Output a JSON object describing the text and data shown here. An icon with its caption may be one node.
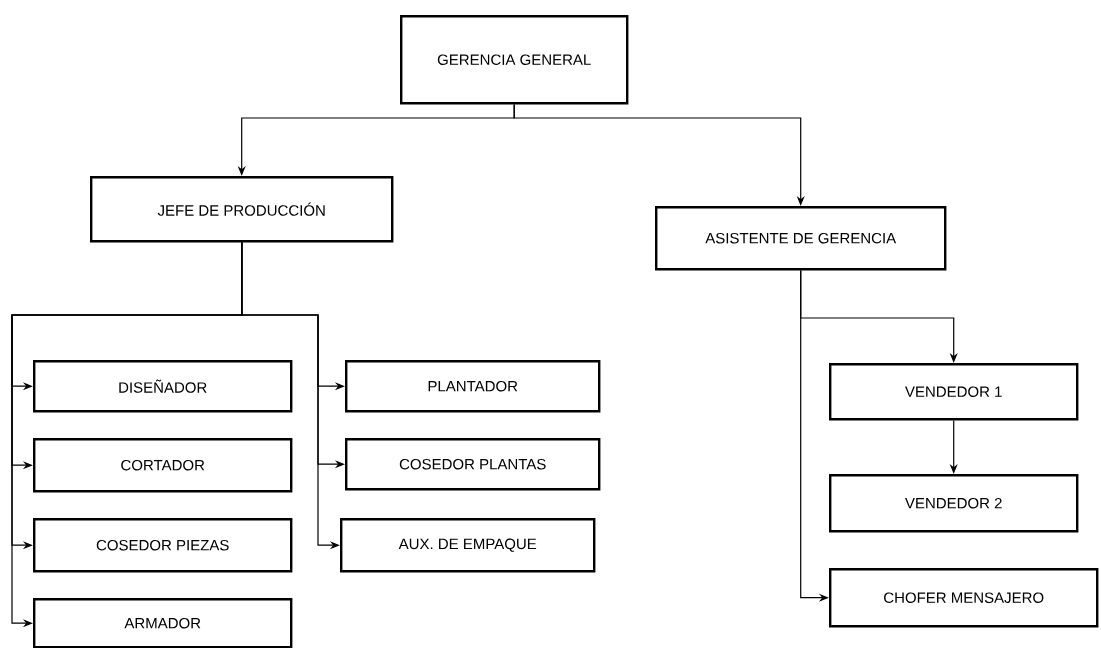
{
  "diagram": {
    "nodes": [
      {
        "text": [
          "GERENCIA GENERAL"
        ]
      },
      {
        "text": [
          "JEFE DE PRODUCCIÓN"
        ]
      },
      {
        "text": [
          "ASISTENTE DE GERENCIA"
        ]
      },
      {
        "text": [
          "DISEÑADOR"
        ]
      },
      {
        "text": [
          "CORTADOR"
        ]
      },
      {
        "text": [
          "COSEDOR PIEZAS"
        ]
      },
      {
        "text": [
          "ARMADOR"
        ]
      },
      {
        "text": [
          "PLANTADOR"
        ]
      },
      {
        "text": [
          "COSEDOR PLANTAS"
        ]
      },
      {
        "text": [
          "AUX. DE EMPAQUE"
        ]
      },
      {
        "text": [
          "VENDEDOR 1"
        ]
      },
      {
        "text": [
          "VENDEDOR 2"
        ]
      },
      {
        "text": [
          "CHOFER  MENSAJERO"
        ]
      }
    ],
    "edges": [
      {
        "from": 0,
        "to": 1,
        "arrow": "to"
      },
      {
        "from": 0,
        "to": 2,
        "arrow": "to"
      },
      {
        "from": 1,
        "to": 3,
        "arrow": "to"
      },
      {
        "from": 1,
        "to": 4,
        "arrow": "to"
      },
      {
        "from": 1,
        "to": 5,
        "arrow": "to"
      },
      {
        "from": 1,
        "to": 6,
        "arrow": "to"
      },
      {
        "from": 1,
        "to": 7,
        "arrow": "to"
      },
      {
        "from": 1,
        "to": 8,
        "arrow": "to"
      },
      {
        "from": 1,
        "to": 9,
        "arrow": "to"
      },
      {
        "from": 2,
        "to": 10,
        "arrow": "to"
      },
      {
        "from": 10,
        "to": 11,
        "arrow": "to"
      },
      {
        "from": 2,
        "to": 12,
        "arrow": "to"
      }
    ]
  }
}
